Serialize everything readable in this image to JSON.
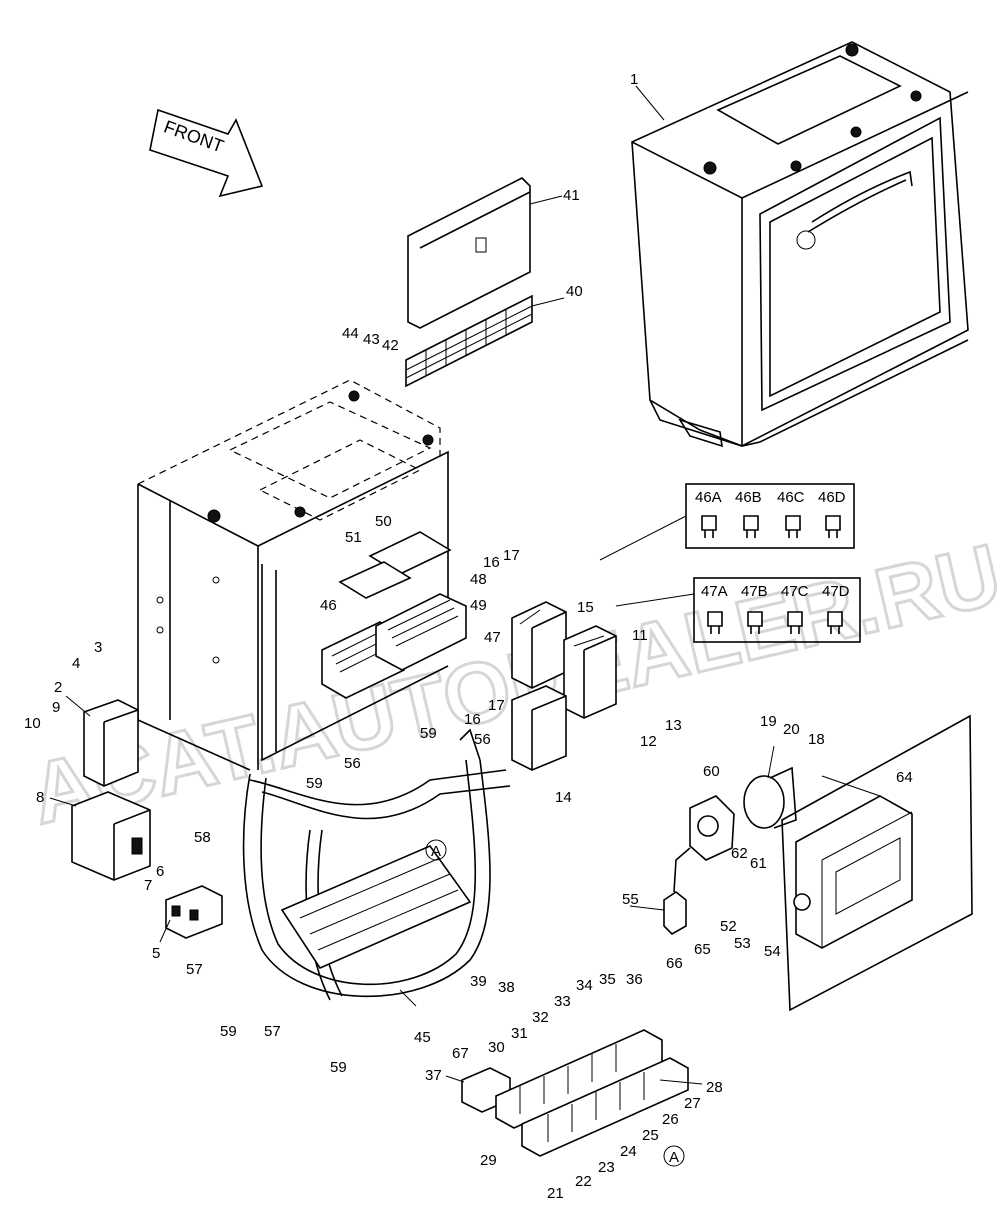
{
  "direction_arrow": {
    "label": "FRONT"
  },
  "watermark": {
    "text": "ACAT.AUTODEALER.RU"
  },
  "fuse_box_46": {
    "labels": [
      "46A",
      "46B",
      "46C",
      "46D"
    ]
  },
  "fuse_box_47": {
    "labels": [
      "47A",
      "47B",
      "47C",
      "47D"
    ]
  },
  "reference_mark": "A",
  "callouts": [
    "1",
    "2",
    "3",
    "4",
    "5",
    "6",
    "7",
    "8",
    "9",
    "10",
    "11",
    "12",
    "13",
    "14",
    "15",
    "16",
    "16",
    "17",
    "17",
    "18",
    "19",
    "20",
    "21",
    "22",
    "23",
    "24",
    "25",
    "26",
    "27",
    "28",
    "29",
    "30",
    "31",
    "32",
    "33",
    "34",
    "35",
    "36",
    "37",
    "38",
    "39",
    "40",
    "41",
    "42",
    "43",
    "44",
    "45",
    "46",
    "47",
    "48",
    "49",
    "50",
    "51",
    "52",
    "53",
    "54",
    "55",
    "56",
    "56",
    "57",
    "57",
    "58",
    "59",
    "59",
    "59",
    "59",
    "60",
    "61",
    "62",
    "64",
    "65",
    "66",
    "67"
  ]
}
